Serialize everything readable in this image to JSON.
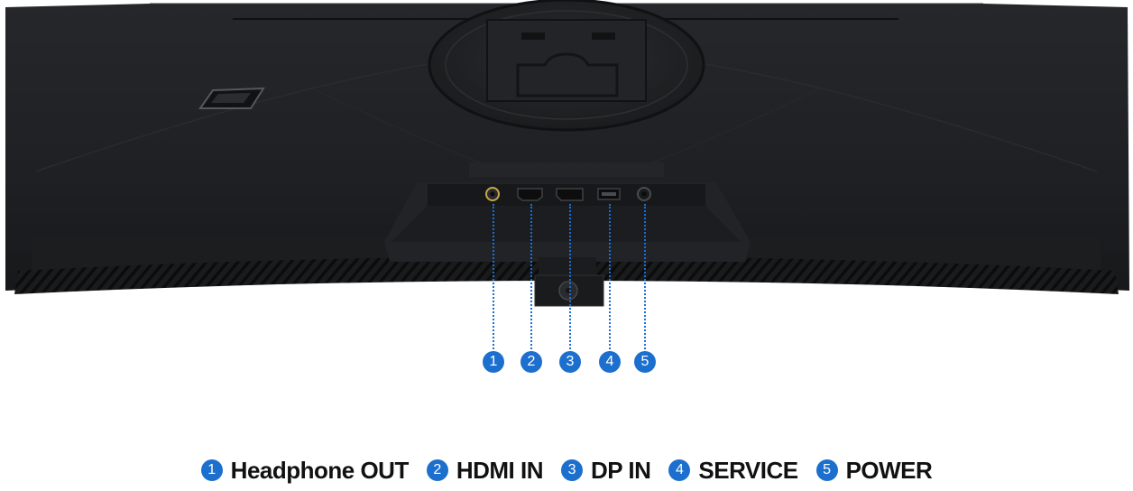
{
  "ports": [
    {
      "number": "1",
      "label": "Headphone OUT",
      "icon": "headphone-jack-icon"
    },
    {
      "number": "2",
      "label": "HDMI IN",
      "icon": "hdmi-port-icon"
    },
    {
      "number": "3",
      "label": "DP IN",
      "icon": "displayport-icon"
    },
    {
      "number": "4",
      "label": "SERVICE",
      "icon": "usb-port-icon"
    },
    {
      "number": "5",
      "label": "POWER",
      "icon": "power-jack-icon"
    }
  ],
  "colors": {
    "accent": "#1d6fce",
    "monitor_body": "#1e1f21",
    "legend_text": "#111111"
  }
}
